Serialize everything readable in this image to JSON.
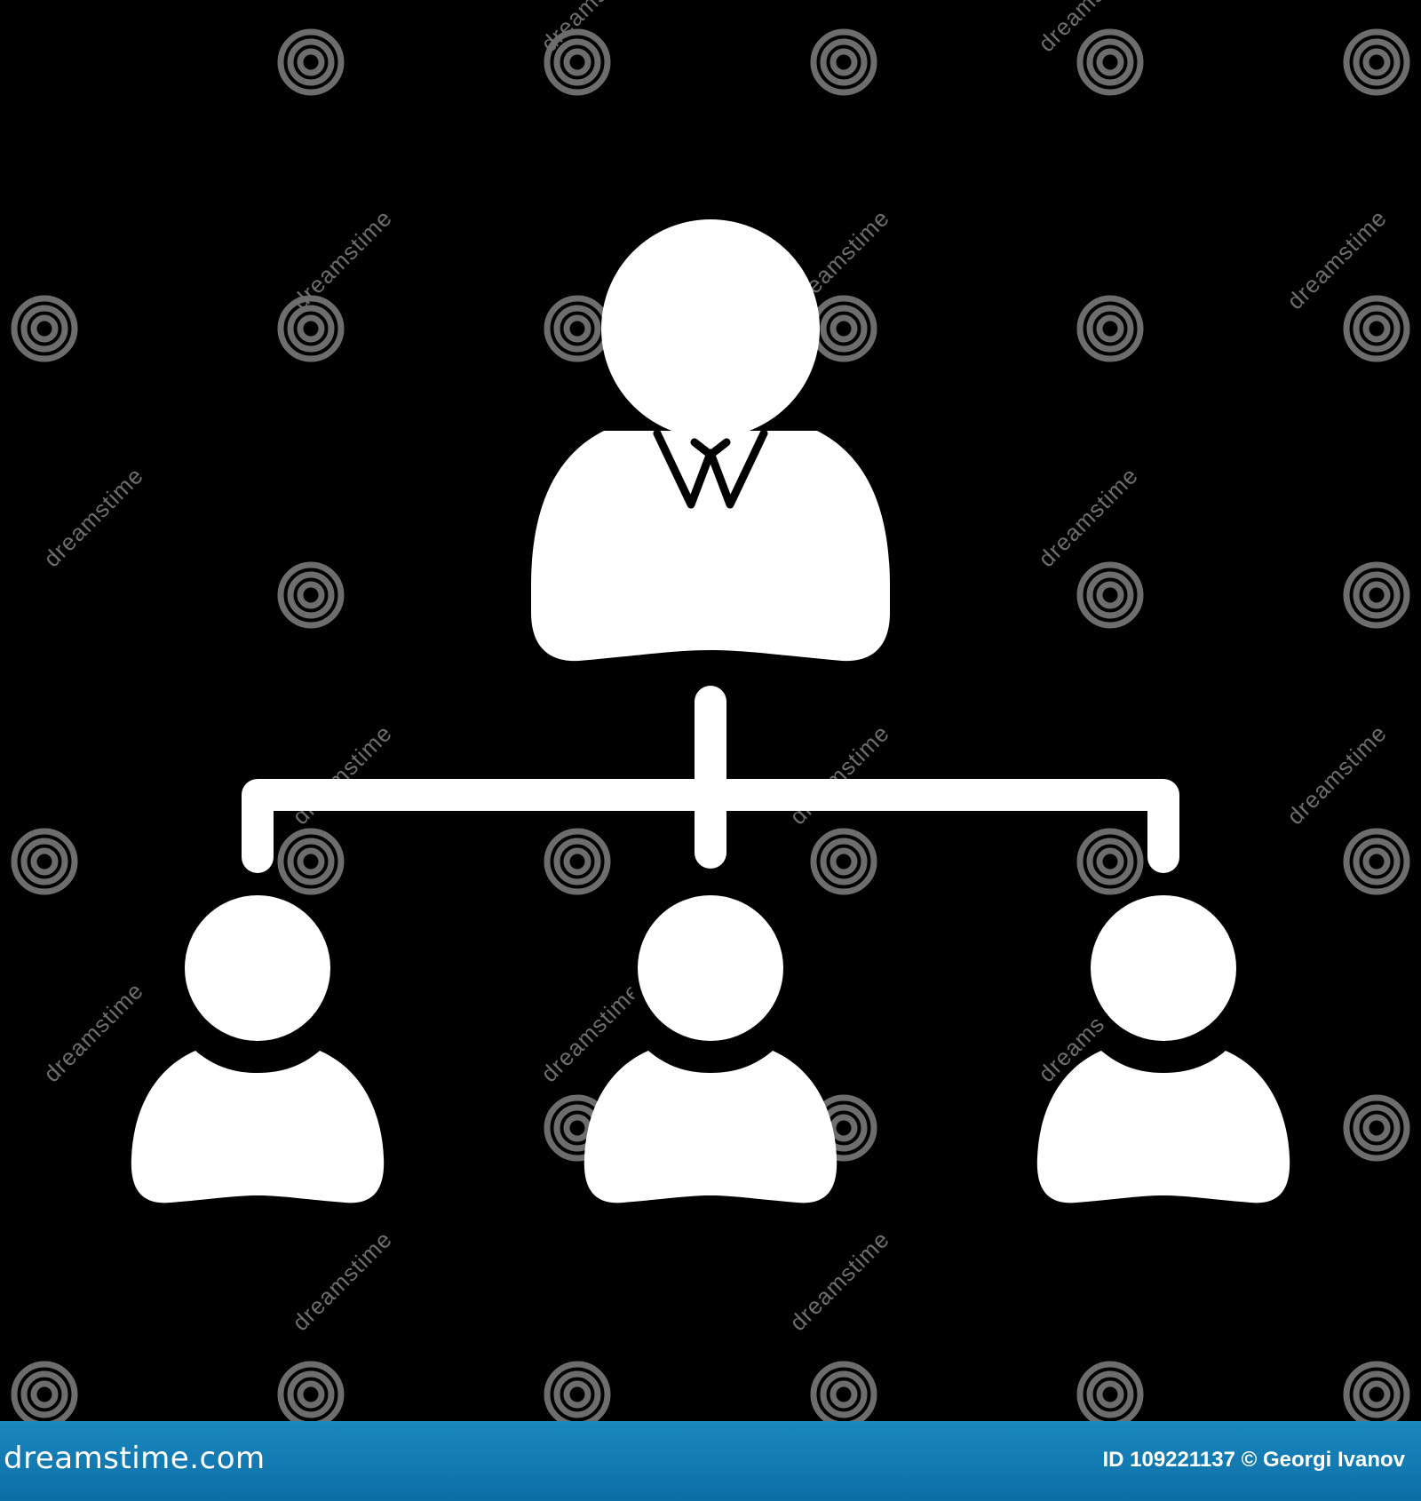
{
  "colors": {
    "background": "#000000",
    "icon": "#ffffff",
    "watermark": "#6d6d6d",
    "footer_bar": "#1480b8"
  },
  "icons": {
    "manager": "person-with-tie-icon",
    "employees": [
      "person-icon",
      "person-icon",
      "person-icon"
    ],
    "connector": "org-chart-connector",
    "watermark": "spiral-logo-icon"
  },
  "watermark": {
    "text": "dreamstime"
  },
  "footer": {
    "brand": "dreamstime.com",
    "credit": "ID 109221137 © Georgi Ivanov"
  }
}
